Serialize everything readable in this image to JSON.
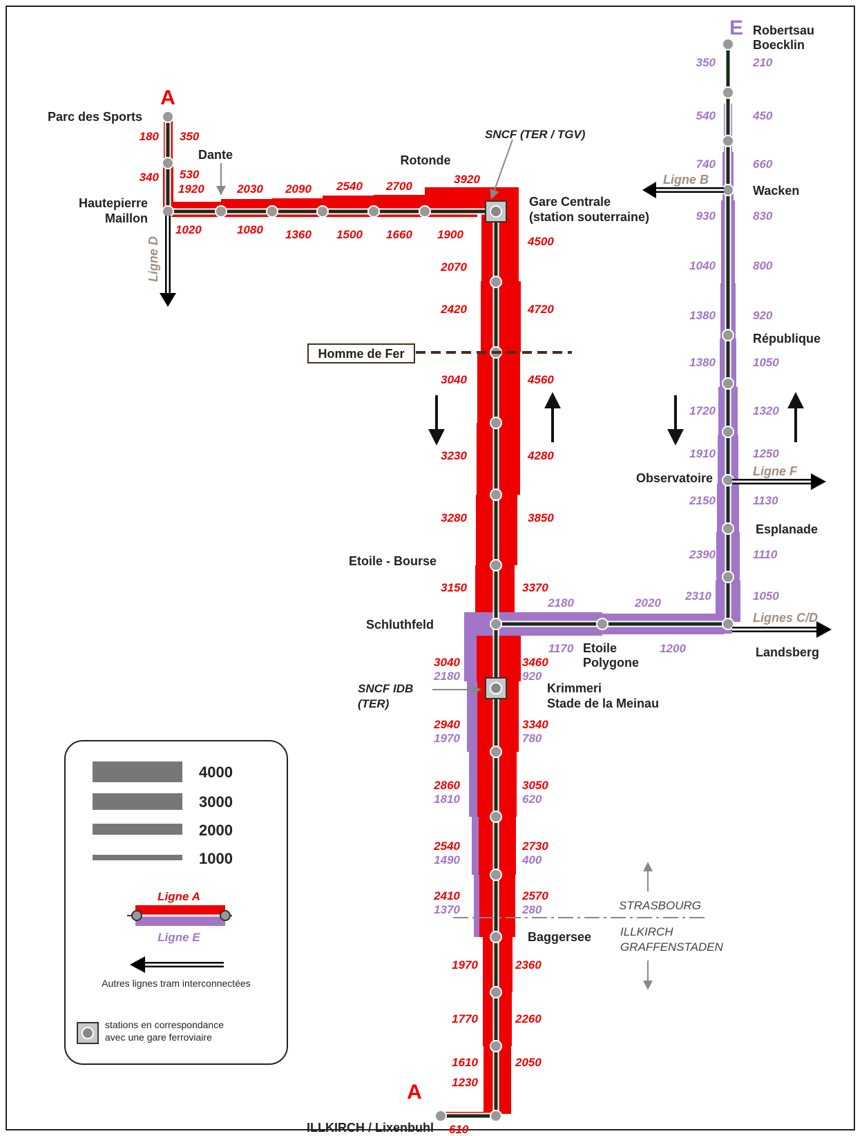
{
  "line_a": {
    "top_label": "A",
    "bottom_label": "A",
    "color": "#ee0000"
  },
  "line_e": {
    "label": "E",
    "color": "#a276c6"
  },
  "stations": {
    "parc_des_sports": "Parc des Sports",
    "dante": "Dante",
    "hautepierre_1": "Hautepierre",
    "hautepierre_2": "Maillon",
    "rotonde": "Rotonde",
    "gare_1": "Gare Centrale",
    "gare_2": "(station souterraine)",
    "homme_de_fer": "Homme de Fer",
    "etoile_bourse": "Etoile - Bourse",
    "schluthfeld": "Schluthfeld",
    "etoile_polygone_1": "Etoile",
    "etoile_polygone_2": "Polygone",
    "krimmeri_1": "Krimmeri",
    "krimmeri_2": "Stade de la Meinau",
    "baggersee": "Baggersee",
    "illkirch": "ILLKIRCH / Lixenbuhl",
    "robertsau_1": "Robertsau",
    "robertsau_2": "Boecklin",
    "wacken": "Wacken",
    "republique": "République",
    "observatoire": "Observatoire",
    "esplanade": "Esplanade",
    "landsberg": "Landsberg"
  },
  "rail_labels": {
    "sncf_tgv": "SNCF (TER / TGV)",
    "sncf_idb_1": "SNCF IDB",
    "sncf_idb_2": "(TER)"
  },
  "other_lines": {
    "ligne_d": "Ligne D",
    "ligne_b": "Ligne B",
    "ligne_f": "Ligne F",
    "lignes_cd": "Lignes C/D"
  },
  "city_boundary": {
    "north": "STRASBOURG",
    "south_1": "ILLKIRCH",
    "south_2": "GRAFFENSTADEN"
  },
  "line_a_west_flows": {
    "vertical_down": [
      "180",
      "340"
    ],
    "vertical_up": [
      "350",
      "530"
    ],
    "horizontal_upper": [
      "1920",
      "2030",
      "2090",
      "2540",
      "2700",
      "3920"
    ],
    "horizontal_lower": [
      "1020",
      "1080",
      "1360",
      "1500",
      "1660",
      "1900"
    ]
  },
  "line_a_trunk_flows": {
    "left": [
      "2070",
      "2420",
      "3040",
      "3230",
      "3280",
      "3150"
    ],
    "right": [
      "4500",
      "4720",
      "4560",
      "4280",
      "3850",
      "3370"
    ]
  },
  "line_a_south_flows": {
    "left": [
      "3040",
      "2940",
      "2860",
      "2540",
      "2410",
      "1970",
      "1770",
      "1610",
      "1230"
    ],
    "right": [
      "3460",
      "3340",
      "3050",
      "2730",
      "2570",
      "2360",
      "2260",
      "2050"
    ],
    "terminal": "610"
  },
  "line_e_south_flows": {
    "left": [
      "2180",
      "1970",
      "1810",
      "1490",
      "1370"
    ],
    "right": [
      "920",
      "780",
      "620",
      "400",
      "280"
    ]
  },
  "line_e_east_flows": {
    "upper": [
      "2180",
      "2020"
    ],
    "lower": [
      "1170",
      "1200"
    ]
  },
  "line_e_north_flows": {
    "left": [
      "350",
      "540",
      "740",
      "930",
      "1040",
      "1380",
      "1380",
      "1720",
      "1910",
      "2150",
      "2390",
      "2310"
    ],
    "right": [
      "210",
      "450",
      "660",
      "830",
      "800",
      "920",
      "1050",
      "1320",
      "1250",
      "1130",
      "1110",
      "1050"
    ]
  },
  "legend": {
    "scale": [
      "4000",
      "3000",
      "2000",
      "1000"
    ],
    "line_a": "Ligne A",
    "line_e": "Ligne E",
    "other_lines": "Autres lignes tram interconnectées",
    "station_rail_1": "stations en correspondance",
    "station_rail_2": "avec une gare ferroviaire"
  }
}
